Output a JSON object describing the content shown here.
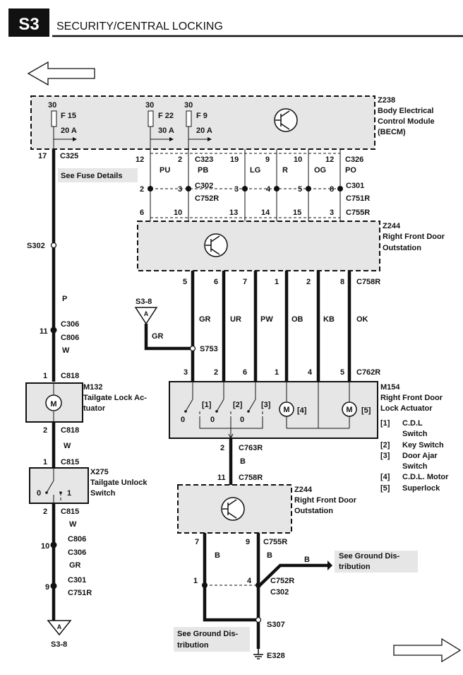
{
  "header": {
    "section_code": "S3",
    "title": "SECURITY/CENTRAL LOCKING"
  },
  "becm": {
    "id": "Z238",
    "name": [
      "Body Electrical",
      "Control Module",
      "(BECM)"
    ],
    "fuses": [
      {
        "feed": "30",
        "name": "F 15",
        "rating": "20 A"
      },
      {
        "feed": "30",
        "name": "F 22",
        "rating": "30 A"
      },
      {
        "feed": "30",
        "name": "F 9",
        "rating": "20 A"
      }
    ]
  },
  "connectors": {
    "c325": {
      "pin": "17",
      "name": "C325"
    },
    "c323": "C323",
    "c326": "C326",
    "c302_top": [
      "C302",
      "C752R"
    ],
    "c301_top": [
      "C301",
      "C751R"
    ],
    "c755r_top": "C755R",
    "c758r_mid": "C758R",
    "c762r": "C762R",
    "c306": [
      "C306",
      "C806"
    ],
    "c818_top": "C818",
    "c818_bot": "C818",
    "c815_top": "C815",
    "c815_bot": "C815",
    "c806_bot": [
      "C806",
      "C306"
    ],
    "c301_bot": [
      "C301",
      "C751R"
    ],
    "c763r": "C763R",
    "c758r_bot": "C758R",
    "c755r_bot": "C755R",
    "c752r_bot": [
      "C752R",
      "C302"
    ]
  },
  "pins": {
    "becm_row": [
      "12",
      "2",
      "19",
      "9",
      "10",
      "12"
    ],
    "c302_row": [
      "2",
      "3",
      "3",
      "4",
      "5",
      "8"
    ],
    "c755r_row": [
      "6",
      "10",
      "13",
      "14",
      "15",
      "3"
    ],
    "c758r_row": [
      "5",
      "6",
      "7",
      "1",
      "2",
      "8"
    ],
    "c762r_row": [
      "3",
      "2",
      "6",
      "1",
      "4",
      "5"
    ],
    "c306_pin": "11",
    "c818_top_pin": "1",
    "c818_bot_pin": "2",
    "c815_top_pin": "1",
    "c815_bot_pin": "2",
    "c806_bot_pin": "10",
    "c301_bot_pin": "9",
    "c763r_pin": "2",
    "c758r_bot_pin": "11",
    "c755r_bot_pins": [
      "7",
      "9"
    ],
    "c752r_bot_pins": [
      "1",
      "4"
    ]
  },
  "wires": {
    "top_row": [
      "PU",
      "PB",
      "LG",
      "R",
      "OG",
      "PO"
    ],
    "mid_row": [
      "GR",
      "UR",
      "PW",
      "OB",
      "KB",
      "OK"
    ],
    "left_p": "P",
    "left_w1": "W",
    "left_w2": "W",
    "left_w3": "W",
    "left_gr": "GR",
    "gr_branch": "GR",
    "b_motor": "B",
    "b_left": "B",
    "b_right": "B",
    "b_ground": "B"
  },
  "splices": {
    "s302": "S302",
    "s753": "S753",
    "s307": "S307"
  },
  "refs": {
    "top": "S3-8",
    "bottom": "S3-8",
    "triangle_letter": "A"
  },
  "notes": {
    "fuse_details": "See Fuse Details",
    "ground1": [
      "See Ground Dis-",
      "tribution"
    ],
    "ground2": [
      "See Ground Dis-",
      "tribution"
    ]
  },
  "outstation1": {
    "id": "Z244",
    "name": [
      "Right Front Door",
      "Outstation"
    ]
  },
  "outstation2": {
    "id": "Z244",
    "name": [
      "Right Front Door",
      "Outstation"
    ]
  },
  "m132": {
    "id": "M132",
    "name": [
      "Tailgate Lock Ac-",
      "tuator"
    ],
    "symbol": "M"
  },
  "x275": {
    "id": "X275",
    "name": [
      "Tailgate Unlock",
      "Switch"
    ],
    "positions": [
      "0",
      "1"
    ]
  },
  "m154": {
    "id": "M154",
    "name": [
      "Right Front Door",
      "Lock Actuator"
    ],
    "switch_tags": [
      "[1]",
      "[2]",
      "[3]"
    ],
    "motor_tags": [
      "[4]",
      "[5]"
    ],
    "zero": "0",
    "legend": [
      {
        "key": "[1]",
        "lines": [
          "C.D.L",
          "Switch"
        ]
      },
      {
        "key": "[2]",
        "lines": [
          "Key Switch"
        ]
      },
      {
        "key": "[3]",
        "lines": [
          "Door Ajar",
          "Switch"
        ]
      },
      {
        "key": "[4]",
        "lines": [
          "C.D.L. Motor"
        ]
      },
      {
        "key": "[5]",
        "lines": [
          "Superlock"
        ]
      }
    ]
  },
  "ground": {
    "id": "E328"
  }
}
